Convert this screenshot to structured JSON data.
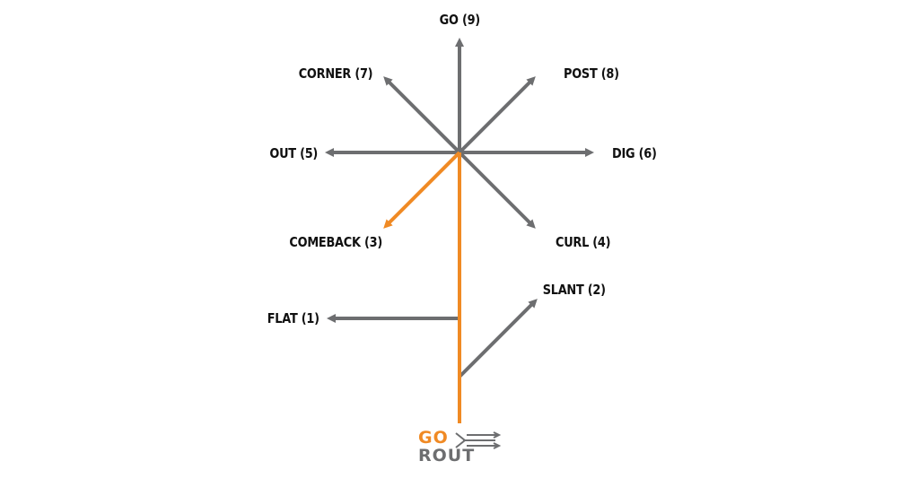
{
  "routes": {
    "go": "GO (9)",
    "corner": "CORNER (7)",
    "post": "POST (8)",
    "out": "OUT (5)",
    "dig": "DIG (6)",
    "comeback": "COMEBACK (3)",
    "curl": "CURL (4)",
    "slant": "SLANT (2)",
    "flat": "FLAT (1)"
  },
  "highlighted_route": "comeback",
  "logo": {
    "line1": "GO",
    "line2": "ROUT"
  },
  "colors": {
    "route_gray": "#6d6e70",
    "highlight_orange": "#f08a24",
    "label_text": "#111111"
  }
}
